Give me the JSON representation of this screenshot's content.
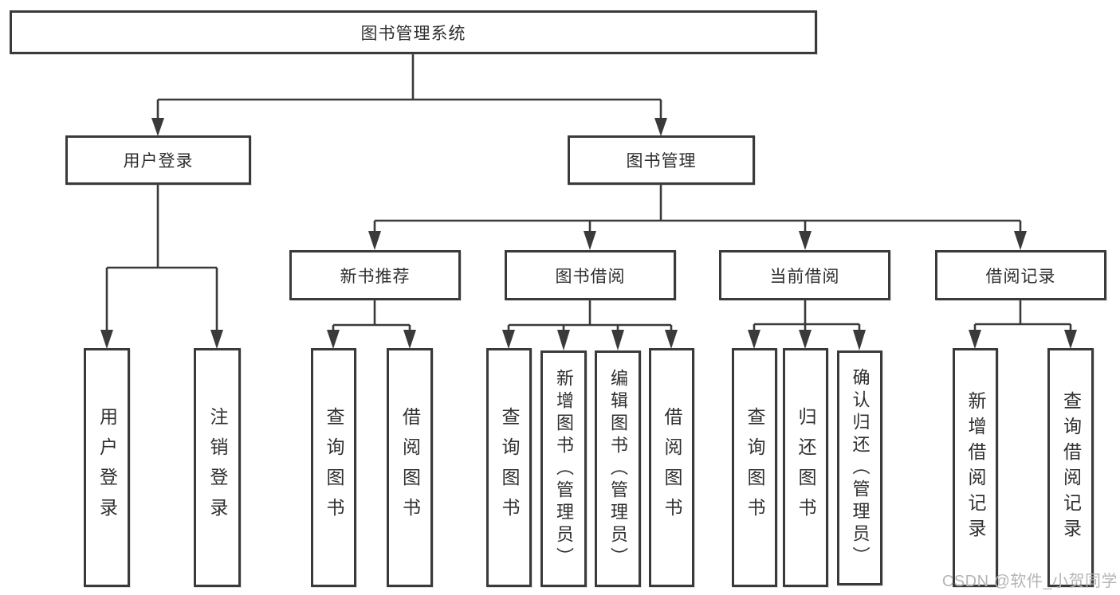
{
  "diagram": {
    "root": {
      "label": "图书管理系统"
    },
    "level2": [
      {
        "label": "用户登录"
      },
      {
        "label": "图书管理"
      }
    ],
    "level3": [
      {
        "label": "新书推荐"
      },
      {
        "label": "图书借阅"
      },
      {
        "label": "当前借阅"
      },
      {
        "label": "借阅记录"
      }
    ],
    "leaves": {
      "user_login": [
        {
          "label": "用户登录"
        },
        {
          "label": "注销登录"
        }
      ],
      "new_book": [
        {
          "label": "查询图书"
        },
        {
          "label": "借阅图书"
        }
      ],
      "book_borrow": [
        {
          "label": "查询图书"
        },
        {
          "label": "新增图书（管理员）"
        },
        {
          "label": "编辑图书（管理员）"
        },
        {
          "label": "借阅图书"
        }
      ],
      "current_borrow": [
        {
          "label": "查询图书"
        },
        {
          "label": "归还图书"
        },
        {
          "label": "确认归还（管理员）"
        }
      ],
      "records": [
        {
          "label": "新增借阅记录"
        },
        {
          "label": "查询借阅记录"
        }
      ]
    },
    "watermark": "CSDN @软件_小贺同学",
    "colors": {
      "line": "#3a3a3a",
      "box_border": "#3a3a3a",
      "text": "#2f2f2f",
      "watermark": "#b5b5b5",
      "background": "#ffffff"
    }
  }
}
